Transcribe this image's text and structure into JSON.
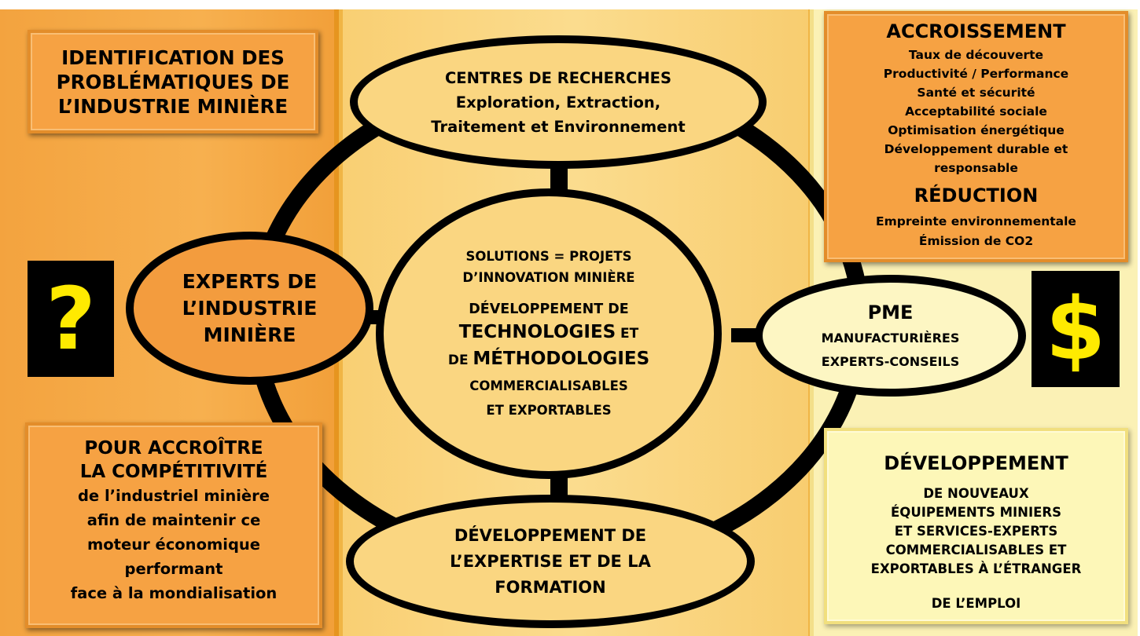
{
  "top_left_box": {
    "lines": [
      "IDENTIFICATION DES",
      "PROBLÉMATIQUES DE",
      "L’INDUSTRIE MINIÈRE"
    ]
  },
  "question_mark": "?",
  "experts_ellipse": {
    "lines": [
      "EXPERTS DE",
      "L’INDUSTRIE",
      "MINIÈRE"
    ]
  },
  "bottom_left_box": {
    "lines": [
      "POUR ACCROÎTRE",
      "LA COMPÉTITIVITÉ",
      "de l’industriel minière",
      "afin de maintenir ce",
      "moteur économique",
      "performant",
      "face à la mondialisation"
    ]
  },
  "research_ellipse": {
    "lines": [
      "CENTRES DE RECHERCHES",
      "Exploration, Extraction,",
      "Traitement et Environnement"
    ]
  },
  "solutions_ellipse": {
    "lines_top": [
      "SOLUTIONS = PROJETS",
      "D’INNOVATION MINIÈRE"
    ],
    "line_dev": "DÉVELOPPEMENT DE",
    "tech_big": "TECHNOLOGIES",
    "tech_small": "ET",
    "meth_small": "DE",
    "meth_big": "MÉTHODOLOGIES",
    "lines_bottom": [
      "COMMERCIALISABLES",
      "ET EXPORTABLES"
    ]
  },
  "expertise_ellipse": {
    "lines": [
      "DÉVELOPPEMENT DE",
      "L’EXPERTISE ET DE LA",
      "FORMATION"
    ]
  },
  "top_right_box": {
    "title1": "ACCROISSEMENT",
    "items1": [
      "Taux de découverte",
      "Productivité / Performance",
      "Santé et sécurité",
      "Acceptabilité sociale",
      "Optimisation énergétique",
      "Développement durable et",
      "responsable"
    ],
    "title2": "RÉDUCTION",
    "items2": [
      "Empreinte environnementale",
      "Émission de CO2"
    ]
  },
  "pme_ellipse": {
    "title": "PME",
    "lines": [
      "MANUFACTURIÈRES",
      "EXPERTS-CONSEILS"
    ]
  },
  "dollar_sign": "$",
  "bottom_right_box": {
    "title": "DÉVELOPPEMENT",
    "lines": [
      "DE NOUVEAUX",
      "ÉQUIPEMENTS MINIERS",
      "ET SERVICES-EXPERTS",
      "COMMERCIALISABLES ET",
      "EXPORTABLES À L’ÉTRANGER"
    ],
    "footer": "DE L’EMPLOI"
  },
  "colors": {
    "orange": "#f39c3e",
    "yellow": "#fad681",
    "pale": "#fdf6c3",
    "mark_text": "#ffea00"
  }
}
